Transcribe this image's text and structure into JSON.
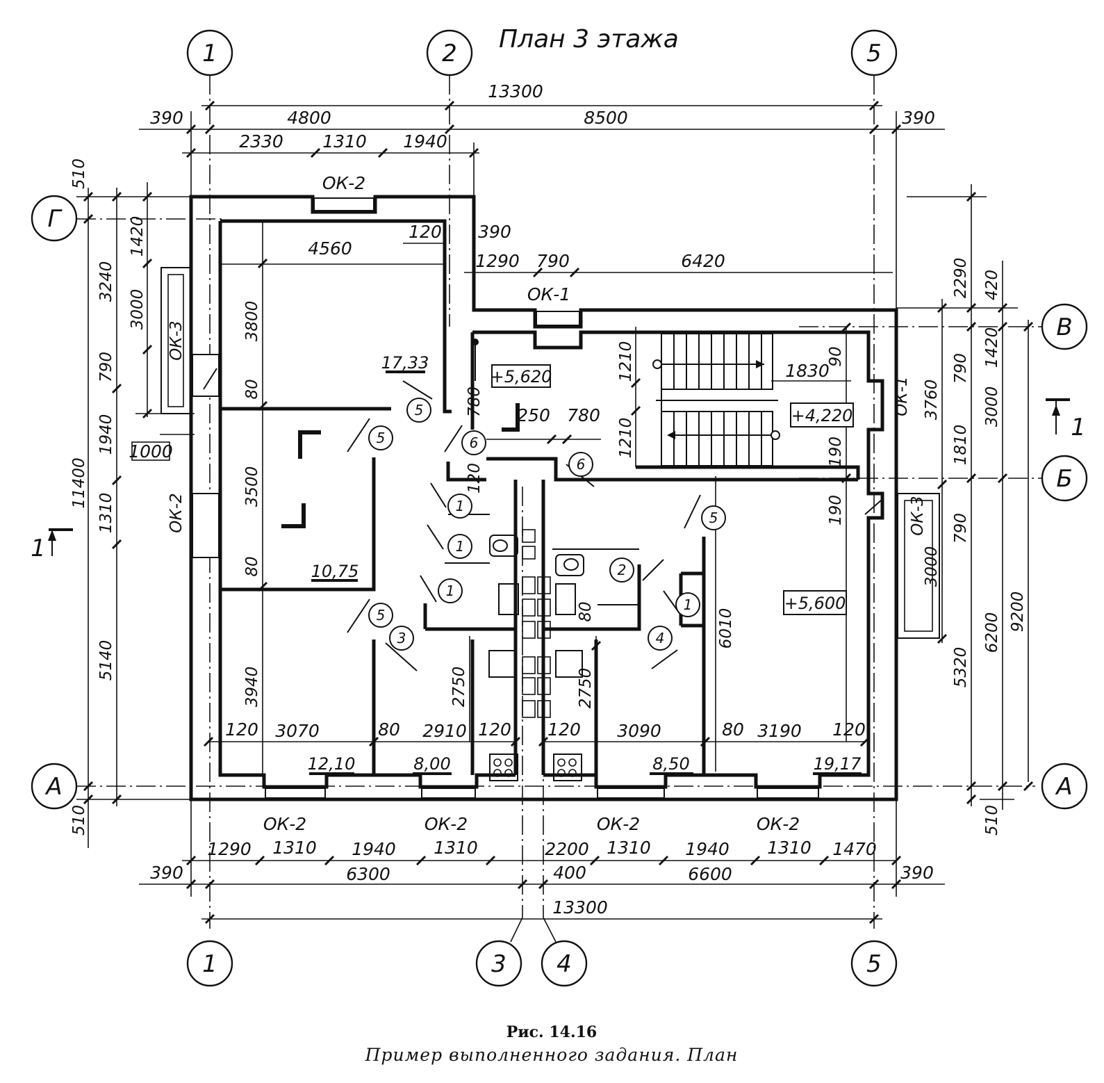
{
  "title": "План 3 этажа",
  "caption": {
    "figure": "Рис. 14.16",
    "text": "Пример выполненного задания. План"
  },
  "axes": {
    "top": [
      "1",
      "2",
      "5"
    ],
    "bottom": [
      "1",
      "3",
      "4",
      "5"
    ],
    "left": [
      "Г",
      "А"
    ],
    "right": [
      "В",
      "Б",
      "А"
    ]
  },
  "dimensions": {
    "top": {
      "overall": "13300",
      "row1": [
        "390",
        "4800",
        "8500",
        "390"
      ],
      "row2": [
        "2330",
        "1310",
        "1940"
      ]
    },
    "bottom": {
      "row1": [
        "1290",
        "1310",
        "1940",
        "1310",
        "2200",
        "1310",
        "1940",
        "1310",
        "1470"
      ],
      "row2": [
        "390",
        "6300",
        "400",
        "6600",
        "390"
      ],
      "overall": "13300"
    },
    "left": {
      "outer": [
        "510",
        "11400",
        "510"
      ],
      "middle": [
        "3240",
        "1940",
        "1310",
        "5140"
      ],
      "inner": [
        "1420",
        "3000",
        "790"
      ],
      "callout": "1000"
    },
    "right": {
      "outer": [
        "9200"
      ],
      "middle": [
        "2290",
        "3760",
        "1810",
        "5320",
        "510"
      ],
      "inner": [
        "420",
        "790",
        "1420",
        "3000",
        "790",
        "6200"
      ],
      "panel": [
        "3000"
      ]
    },
    "interior": [
      "120",
      "390",
      "4560",
      "1290",
      "790",
      "6420",
      "3800",
      "80",
      "3500",
      "80",
      "3940",
      "780",
      "250",
      "780",
      "1210",
      "1210",
      "1830",
      "90",
      "190",
      "190",
      "120",
      "6010",
      "2750",
      "2750",
      "80",
      "120",
      "3070",
      "80",
      "2910",
      "120",
      "120",
      "3090",
      "80",
      "3190",
      "120"
    ]
  },
  "openings": {
    "top_window": "ОК-2",
    "stair_window": "ОК-1",
    "left_window_upper": "ОК-3",
    "left_window_lower": "ОК-2",
    "right_window_upper": "ОК-1",
    "right_window_lower": "ОК-3",
    "bottom_windows": [
      "ОК-2",
      "ОК-2",
      "ОК-2",
      "ОК-2"
    ]
  },
  "areas": [
    "17,33",
    "10,75",
    "12,10",
    "8,00",
    "8,50",
    "19,17"
  ],
  "elevations": [
    "+5,620",
    "+4,220",
    "+5,600"
  ],
  "door_marks": [
    "5",
    "5",
    "5",
    "5",
    "6",
    "6",
    "1",
    "1",
    "1",
    "2",
    "3",
    "4",
    "1"
  ],
  "section": "1"
}
